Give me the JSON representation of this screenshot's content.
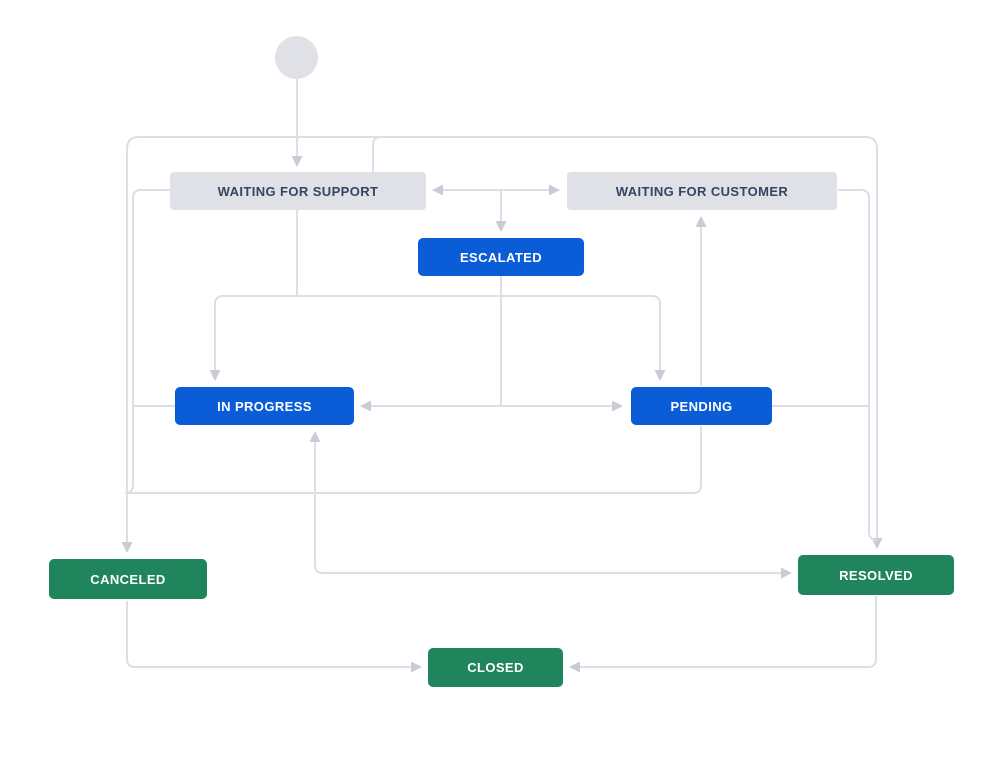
{
  "diagram": {
    "kind": "issue-workflow",
    "start_node": {
      "shape": "circle"
    },
    "statuses": {
      "waiting_for_support": {
        "label": "WAITING FOR SUPPORT",
        "category": "todo"
      },
      "waiting_for_customer": {
        "label": "WAITING FOR CUSTOMER",
        "category": "todo"
      },
      "escalated": {
        "label": "ESCALATED",
        "category": "in-progress"
      },
      "in_progress": {
        "label": "IN PROGRESS",
        "category": "in-progress"
      },
      "pending": {
        "label": "PENDING",
        "category": "in-progress"
      },
      "canceled": {
        "label": "CANCELED",
        "category": "done"
      },
      "resolved": {
        "label": "RESOLVED",
        "category": "done"
      },
      "closed": {
        "label": "CLOSED",
        "category": "done"
      }
    },
    "transitions": [
      {
        "from": "start",
        "to": "waiting_for_support"
      },
      {
        "from": "waiting_for_support",
        "to": "waiting_for_customer"
      },
      {
        "from": "waiting_for_customer",
        "to": "waiting_for_support"
      },
      {
        "from": "waiting_for_support",
        "to": "escalated"
      },
      {
        "from": "waiting_for_customer",
        "to": "escalated"
      },
      {
        "from": "waiting_for_support",
        "to": "in_progress"
      },
      {
        "from": "waiting_for_support",
        "to": "pending"
      },
      {
        "from": "escalated",
        "to": "in_progress"
      },
      {
        "from": "escalated",
        "to": "pending"
      },
      {
        "from": "pending",
        "to": "waiting_for_customer"
      },
      {
        "from": "pending",
        "to": "canceled"
      },
      {
        "from": "waiting_for_support",
        "to": "canceled"
      },
      {
        "from": "in_progress",
        "to": "resolved"
      },
      {
        "from": "resolved",
        "to": "in_progress"
      },
      {
        "from": "waiting_for_customer",
        "to": "resolved"
      },
      {
        "from": "pending",
        "to": "resolved"
      },
      {
        "from": "canceled",
        "to": "closed"
      },
      {
        "from": "resolved",
        "to": "closed"
      }
    ],
    "colors": {
      "status_todo_bg": "#dfe1e6",
      "status_todo_text": "#344563",
      "status_in_progress_bg": "#0b5cd7",
      "status_done_bg": "#20845c",
      "status_light_text": "#ffffff",
      "line": "#dcdfe6",
      "arrowhead": "#c7ccd6",
      "start_node": "#dfe1e6"
    }
  }
}
